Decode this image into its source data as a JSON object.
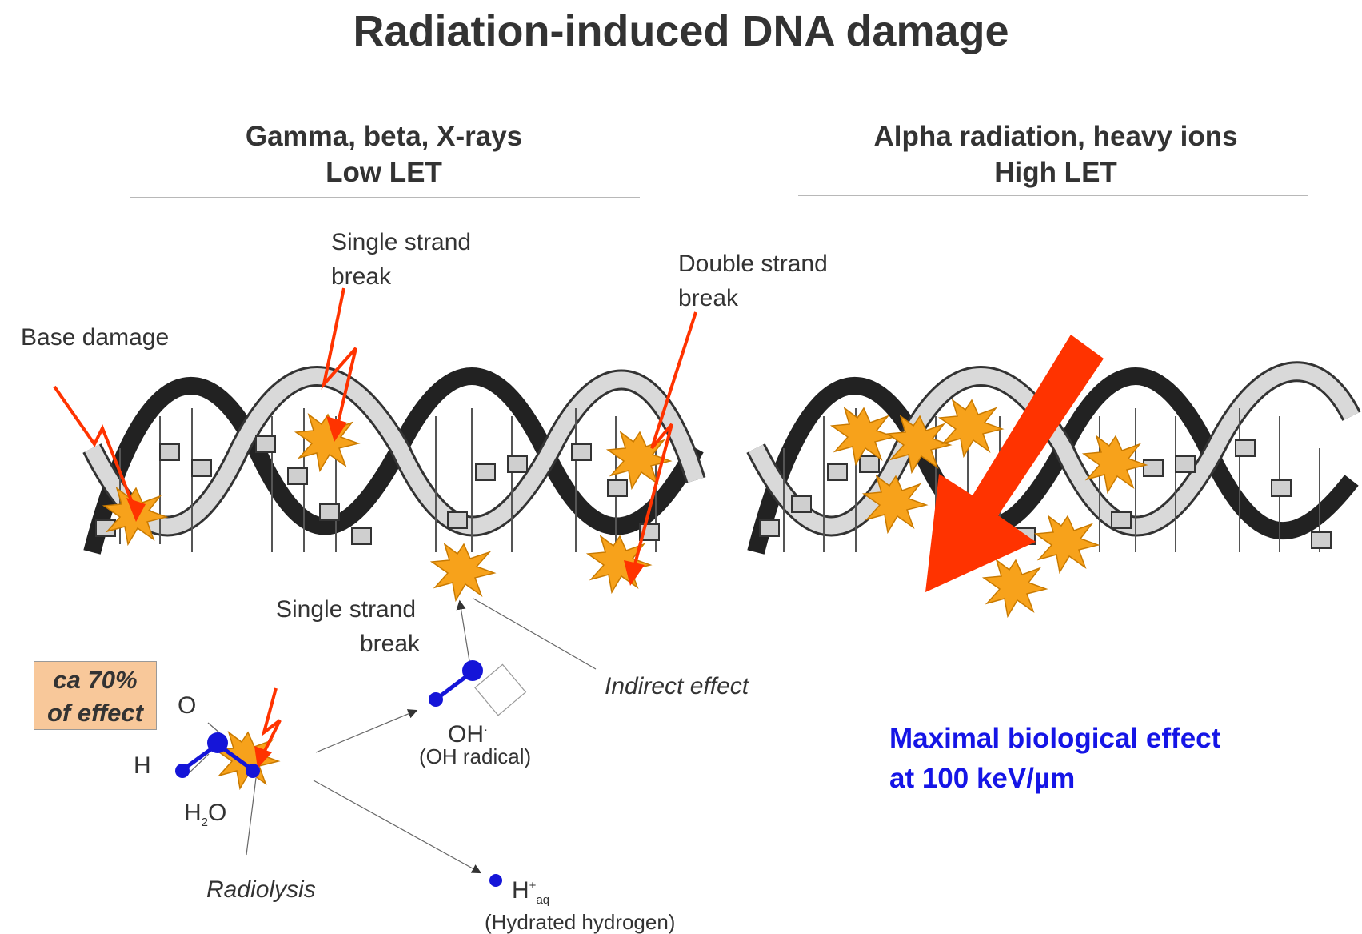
{
  "title": "Radiation-induced DNA damage",
  "left": {
    "heading": "Gamma, beta, X-rays",
    "subheading": "Low LET"
  },
  "right": {
    "heading": "Alpha radiation, heavy ions",
    "subheading": "High LET"
  },
  "labels": {
    "base_damage": "Base damage",
    "ssb_top_1": "Single strand",
    "ssb_top_2": "break",
    "dsb_1": "Double strand",
    "dsb_2": "break",
    "ssb_bottom_1": "Single strand",
    "ssb_bottom_2": "break",
    "indirect": "Indirect effect",
    "radiolysis": "Radiolysis",
    "o_atom": "O",
    "h_atom": "H",
    "water_h": "H",
    "water_sub": "2",
    "water_o": "O",
    "oh": "OH",
    "oh_sup": "·",
    "oh_desc": "(OH radical)",
    "hplus": "H",
    "hplus_sup": "+",
    "hplus_sub": "aq",
    "hplus_desc": "(Hydrated hydrogen)"
  },
  "box": {
    "line1": "ca 70%",
    "line2": "of effect"
  },
  "max_effect": {
    "line1": "Maximal biological effect",
    "line2": "at 100 keV/µm",
    "color": "#1515e6"
  },
  "colors": {
    "arrow": "#ff3300",
    "burst": "#f7a21b",
    "molecule": "#1515d8",
    "box": "#f8c89a"
  }
}
